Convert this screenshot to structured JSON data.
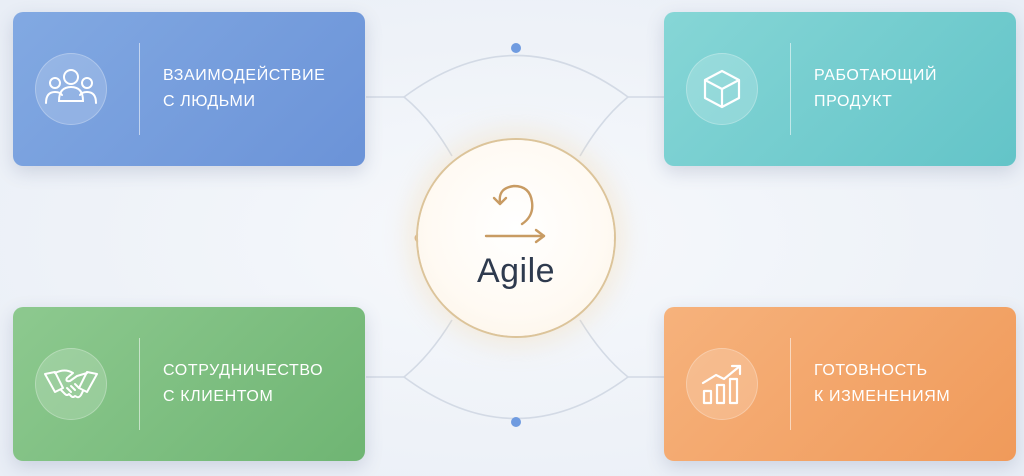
{
  "center": {
    "title": "Agile",
    "icon": "iteration-loop-icon"
  },
  "values": [
    {
      "id": "people",
      "line1": "ВЗАИМОДЕЙСТВИЕ",
      "line2": "С ЛЮДЬМИ",
      "icon": "people-group-icon",
      "color": "#6b93d8"
    },
    {
      "id": "product",
      "line1": "РАБОТАЮЩИЙ",
      "line2": "ПРОДУКТ",
      "icon": "box-icon",
      "color": "#63c4c8"
    },
    {
      "id": "customer",
      "line1": "СОТРУДНИЧЕСТВО",
      "line2": "С КЛИЕНТОМ",
      "icon": "handshake-icon",
      "color": "#6fb573"
    },
    {
      "id": "change",
      "line1": "ГОТОВНОСТЬ",
      "line2": "К ИЗМЕНЕНИЯМ",
      "icon": "growth-chart-icon",
      "color": "#f09a5a"
    }
  ]
}
